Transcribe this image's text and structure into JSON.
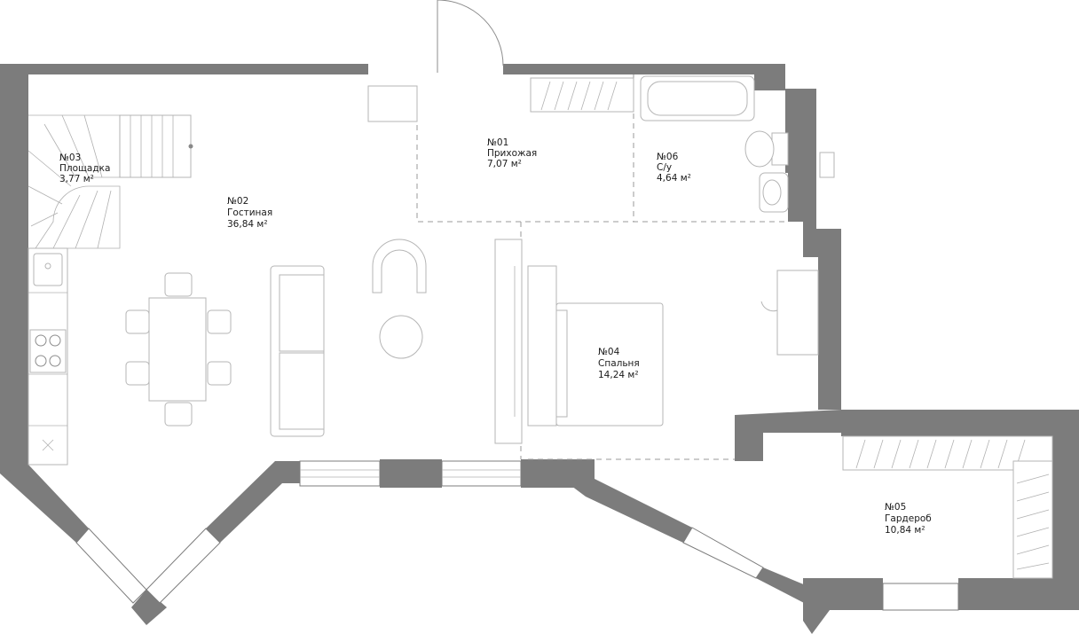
{
  "rooms": [
    {
      "number": "№01",
      "name": "Прихожая",
      "area": "7,07 м²"
    },
    {
      "number": "№02",
      "name": "Гостиная",
      "area": "36,84 м²"
    },
    {
      "number": "№03",
      "name": "Площадка",
      "area": "3,77 м²"
    },
    {
      "number": "№04",
      "name": "Спальня",
      "area": "14,24 м²"
    },
    {
      "number": "№05",
      "name": "Гардероб",
      "area": "10,84 м²"
    },
    {
      "number": "№06",
      "name": "С/у",
      "area": "4,64 м²"
    }
  ],
  "colors": {
    "wall": "#7c7c7c",
    "furniture_stroke": "#b5b5b5",
    "background": "#ffffff"
  }
}
